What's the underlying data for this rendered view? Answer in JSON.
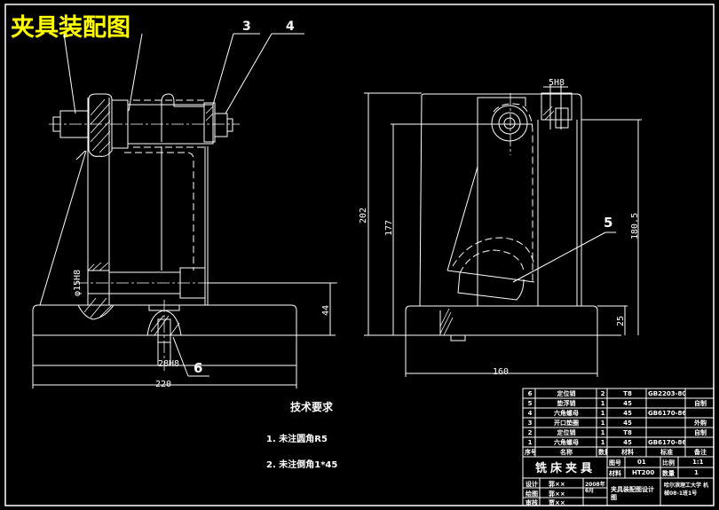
{
  "drawing_title": "夹具装配图",
  "colors": {
    "background": "#000000",
    "lines": "#ffffff",
    "title": "#ffff00"
  },
  "balloons": [
    "3",
    "4",
    "5",
    "6"
  ],
  "front_view": {
    "dims": {
      "width": "220",
      "height_44": "44",
      "dia": "φ15H8",
      "slot": "28H8"
    }
  },
  "side_view": {
    "dims": {
      "height_202": "202",
      "height_177": "177",
      "height_180_5": "180.5",
      "base_25": "25",
      "width_160": "160",
      "top_5": "5H8"
    }
  },
  "tech_requirements": {
    "heading": "技术要求",
    "items": [
      "1. 未注圆角R5",
      "2. 未注倒角1*45"
    ]
  },
  "bom": {
    "rows": [
      {
        "no": "6",
        "name": "定位销",
        "qty": "2",
        "material": "T8",
        "std": "GB2203-80",
        "note": ""
      },
      {
        "no": "5",
        "name": "垫浮销",
        "qty": "1",
        "material": "45",
        "std": "",
        "note": "自制"
      },
      {
        "no": "4",
        "name": "六角螺母",
        "qty": "1",
        "material": "45",
        "std": "GB6170-86",
        "note": ""
      },
      {
        "no": "3",
        "name": "开口垫圈",
        "qty": "1",
        "material": "45",
        "std": "",
        "note": "外购"
      },
      {
        "no": "2",
        "name": "定位销",
        "qty": "1",
        "material": "T8",
        "std": "",
        "note": "自制"
      },
      {
        "no": "1",
        "name": "六角螺母",
        "qty": "1",
        "material": "45",
        "std": "GB6170-86",
        "note": ""
      }
    ],
    "header": {
      "no": "序号",
      "name": "名称",
      "qty": "数量",
      "material": "材料",
      "std": "标准",
      "note": "备注"
    }
  },
  "title_block": {
    "part_name": "铣床夹具",
    "drawing_no_label": "图号",
    "drawing_no": "01",
    "scale_label": "比例",
    "scale": "1:1",
    "material_label": "材料",
    "material": "HT200",
    "qty_label": "数量",
    "qty": "1",
    "rows": [
      {
        "role": "设计",
        "name": "郭××",
        "date": "2008年"
      },
      {
        "role": "绘图",
        "name": "郭××",
        "date": "6月"
      },
      {
        "role": "审核",
        "name": "贾××",
        "date": ""
      }
    ],
    "project": "夹具装配图设计图",
    "school": "哈尔滨理工大学 机械08-1班1号"
  }
}
